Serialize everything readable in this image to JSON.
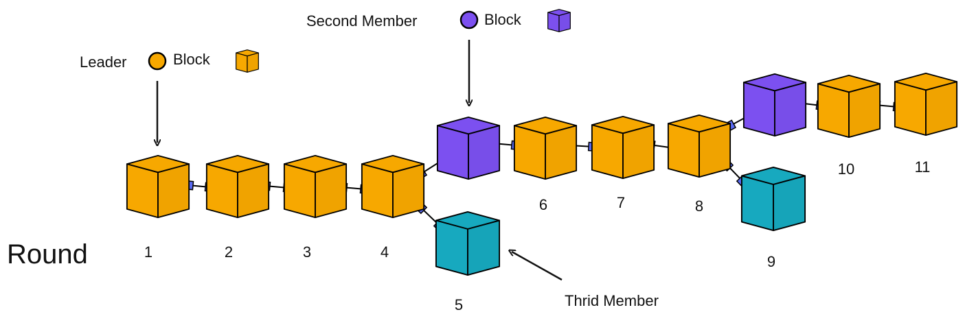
{
  "colors": {
    "leader": "#F7A800",
    "second": "#7C50F0",
    "third": "#17A9BF",
    "connector": "#5B6BF2",
    "stroke": "#000000"
  },
  "labels": {
    "round": "Round",
    "leader": "Leader",
    "second": "Second Member",
    "third": "Thrid Member",
    "block": "Block"
  },
  "blocks": [
    {
      "label": "1",
      "member": "leader"
    },
    {
      "label": "2",
      "member": "leader"
    },
    {
      "label": "3",
      "member": "leader"
    },
    {
      "label": "4",
      "member": "leader"
    },
    {
      "label": "5",
      "member": "third"
    },
    {
      "label": "6",
      "member": "leader"
    },
    {
      "label": "7",
      "member": "leader"
    },
    {
      "label": "8",
      "member": "leader"
    },
    {
      "label": "9",
      "member": "third"
    },
    {
      "label": "10",
      "member": "leader"
    },
    {
      "label": "11",
      "member": "leader"
    },
    {
      "label": "",
      "member": "second"
    },
    {
      "label": "",
      "member": "second"
    }
  ]
}
